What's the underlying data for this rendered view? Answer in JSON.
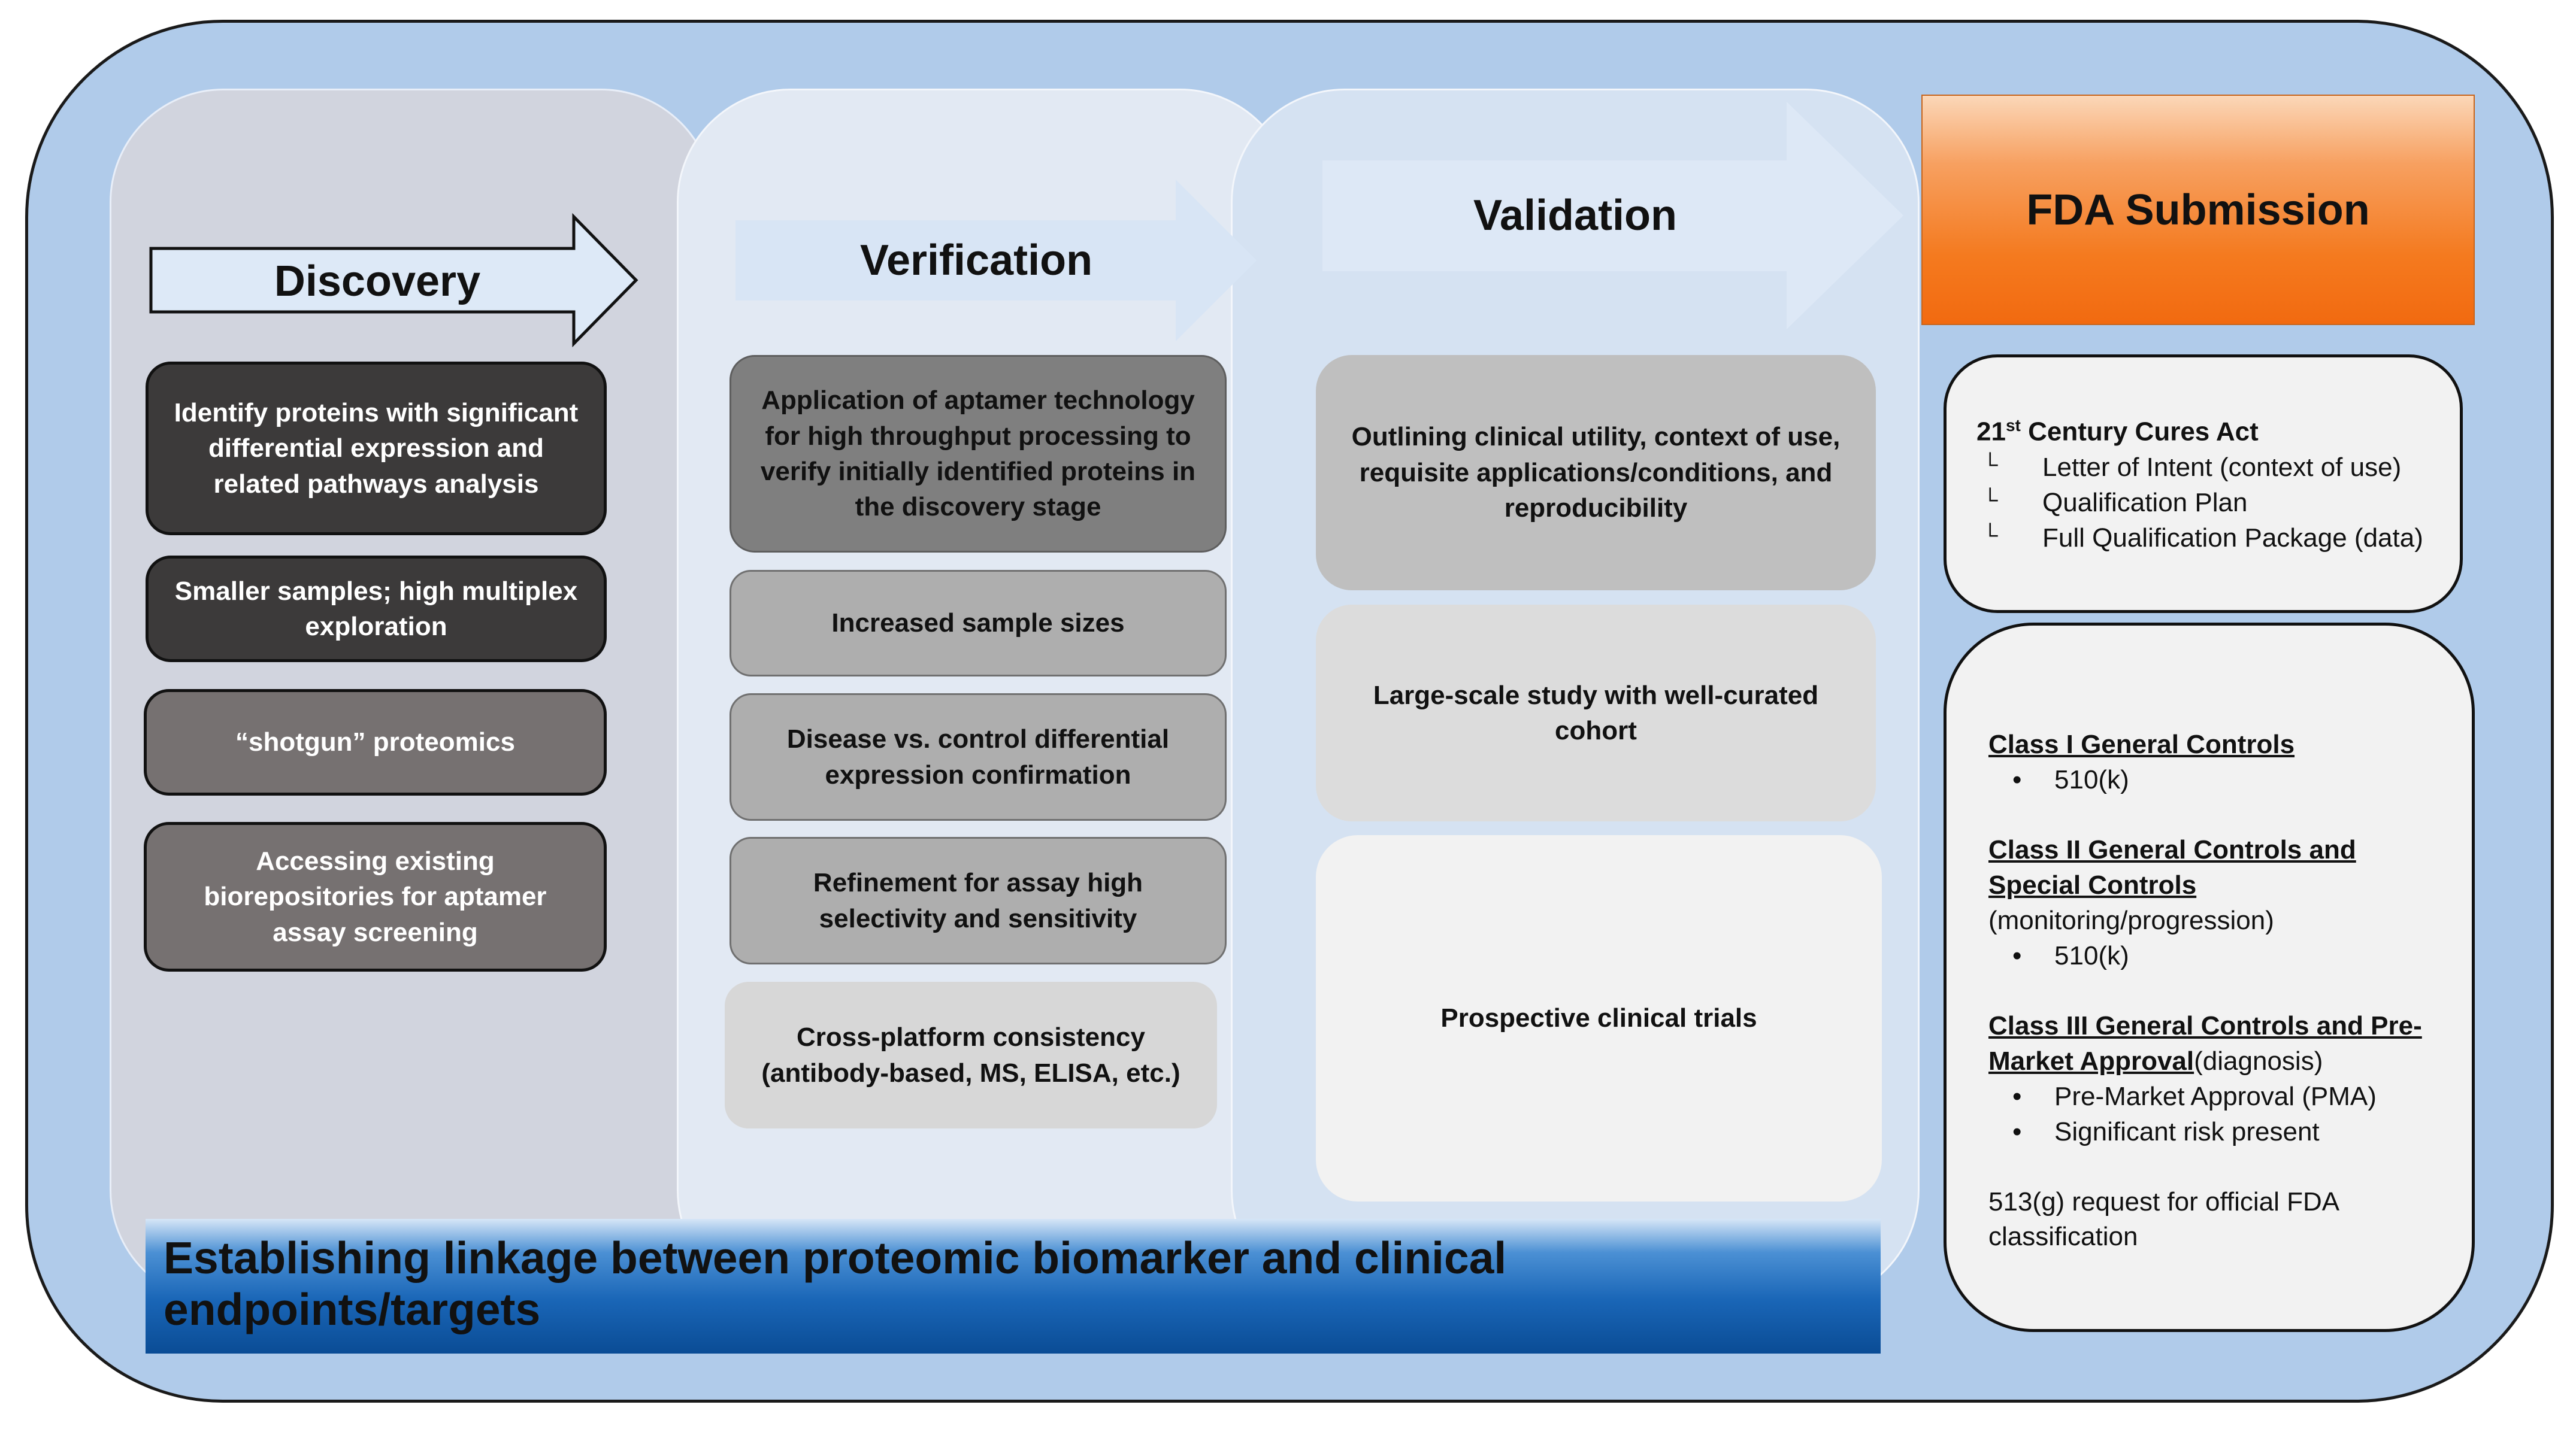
{
  "stages": {
    "discovery": {
      "title": "Discovery",
      "boxes": [
        "Identify proteins with significant differential expression and related pathways analysis",
        "Smaller samples; high multiplex exploration",
        "“shotgun” proteomics",
        "Accessing existing biorepositories for aptamer assay screening"
      ]
    },
    "verification": {
      "title": "Verification",
      "boxes": [
        "Application of aptamer technology for high throughput processing to verify initially identified proteins in the discovery stage",
        "Increased sample sizes",
        "Disease vs. control differential expression confirmation",
        "Refinement for assay high selectivity and sensitivity",
        "Cross-platform consistency (antibody-based, MS, ELISA, etc.)"
      ]
    },
    "validation": {
      "title": "Validation",
      "boxes": [
        "Outlining clinical utility, context of use, requisite applications/conditions, and reproducibility",
        "Large-scale study with well-curated cohort",
        "Prospective clinical trials"
      ]
    }
  },
  "fda": {
    "title": "FDA Submission",
    "cures": {
      "title_main": "21",
      "title_sup": "st",
      "title_rest": " Century Cures Act",
      "marker": "└",
      "items": [
        "Letter of Intent (context of use)",
        "Qualification Plan",
        "Full Qualification Package (data)"
      ]
    },
    "classes": {
      "bullet": "•",
      "class1": {
        "title": "Class I General Controls",
        "items": [
          "510(k)"
        ]
      },
      "class2": {
        "title": "Class II General Controls and Special Controls",
        "note": " (monitoring/progression)",
        "items": [
          "510(k)"
        ]
      },
      "class3": {
        "title": "Class III General Controls and Pre-Market Approval",
        "note": "(diagnosis)",
        "items": [
          "Pre-Market Approval (PMA)",
          "Significant risk present"
        ]
      },
      "footer": "513(g) request for official FDA classification"
    }
  },
  "linkage": "Establishing linkage between proteomic biomarker and clinical endpoints/targets",
  "colors": {
    "outer": "#b0cbea",
    "dark_box": "#3c3a3a",
    "fda_orange": "#f47a1f",
    "linkage_blue": "#1a66b7"
  }
}
